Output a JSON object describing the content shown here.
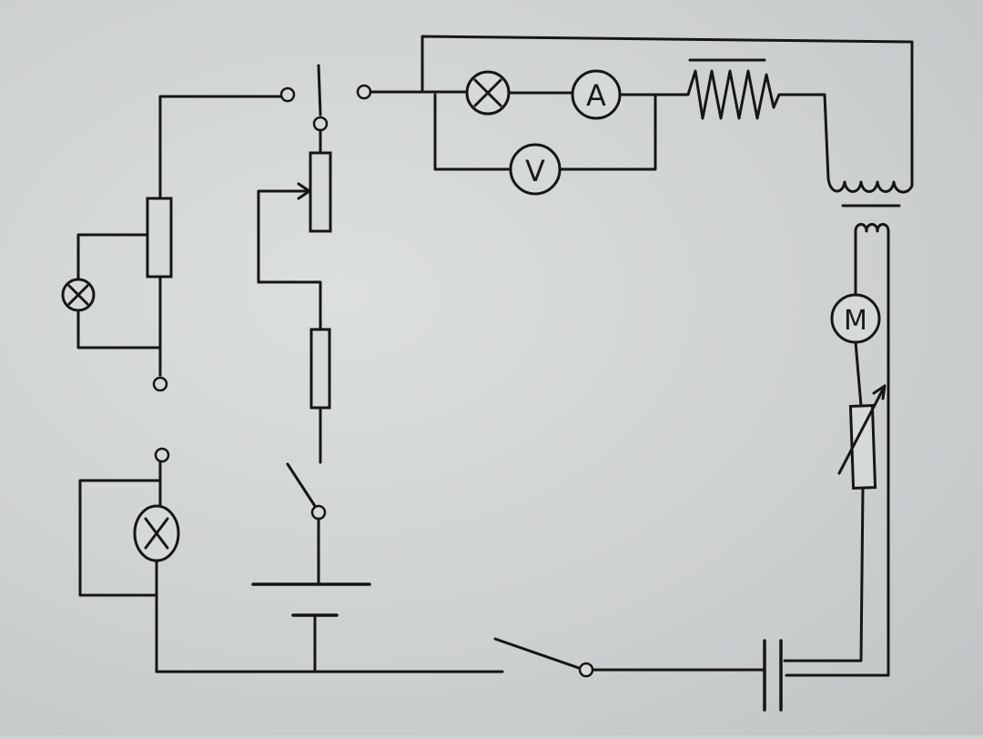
{
  "diagram": {
    "meter_labels": {
      "ammeter": "A",
      "voltmeter": "V",
      "motor": "M"
    }
  },
  "colors": {
    "paper": "#d3d6d7",
    "ink": "#161616"
  }
}
